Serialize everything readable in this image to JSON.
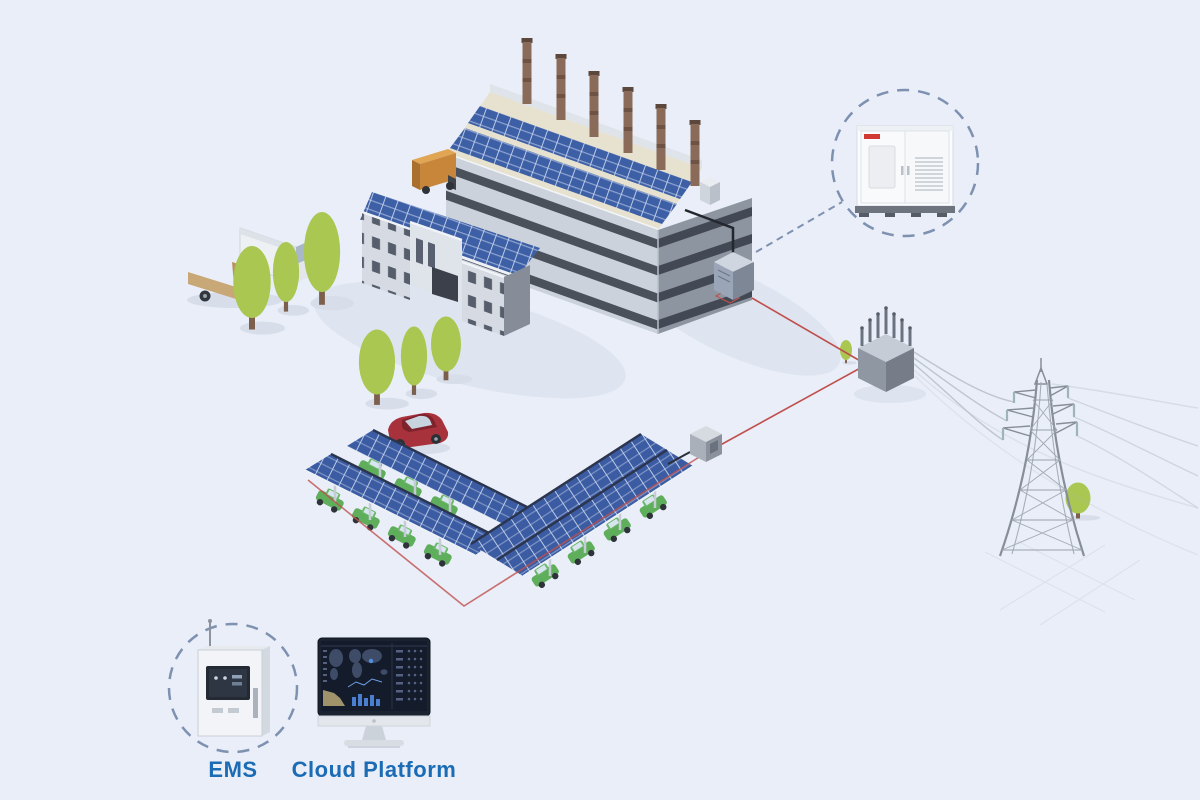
{
  "scene": {
    "background": "#e9eef8"
  },
  "labels": {
    "ems": "EMS",
    "cloud_platform": "Cloud Platform"
  },
  "colors": {
    "connection_line": "#c0504d",
    "callout_dash": "#7e91b1",
    "label_text": "#1b6cb5",
    "solar_panel": "#3d5fa5",
    "tree_green": "#a9c751",
    "cabinet_brand": "#d03a32",
    "power_line": "#b4bbc7"
  },
  "components": {
    "battery_cabinet_callout": "battery-storage-cabinet",
    "onsite_storage_unit": "battery-storage-unit",
    "factory": "factory-with-rooftop-solar",
    "office_building": "office-with-rooftop-solar",
    "solar_carport": "solar-carport",
    "inverter": "inverter-box",
    "transformer": "transformer-substation",
    "transmission_tower": "grid-transmission-tower",
    "ems_controller": "ems-control-box",
    "cloud_platform": "cloud-monitoring-desktop"
  }
}
